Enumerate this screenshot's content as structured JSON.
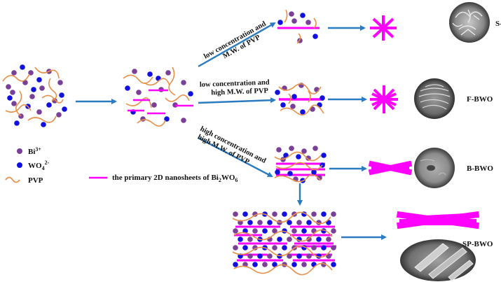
{
  "colors": {
    "bi": "#7a3f98",
    "wo": "#1010e0",
    "pvp": "#e8904a",
    "nanosheet": "#ff00ff",
    "arrow": "#2a7bbf",
    "sem_bg": "#5a5a5a"
  },
  "icons": {
    "bi_marker": "purple-circle",
    "wo_marker": "blue-circle",
    "pvp_marker": "orange-wave",
    "nanosheet_marker": "magenta-bar"
  },
  "paths": [
    {
      "id": "s",
      "label_line1": "low  concentration and",
      "label_line2": "M.W. of PVP"
    },
    {
      "id": "f",
      "label_line1": "low  concentration and",
      "label_line2": "high M.W. of PVP"
    },
    {
      "id": "b",
      "label_line1": "high  concentration and",
      "label_line2": "high M.W. of PVP"
    }
  ],
  "samples": [
    {
      "id": "s",
      "name": "S-BWO"
    },
    {
      "id": "f",
      "name": "F-BWO"
    },
    {
      "id": "b",
      "name": "B-BWO"
    },
    {
      "id": "sp",
      "name": "SP-BWO"
    }
  ],
  "legend": {
    "bi": {
      "base": "Bi",
      "sup": "3+"
    },
    "wo": {
      "base": "WO",
      "sub": "4",
      "sup": "2-"
    },
    "pvp": "PVP",
    "nanosheet": {
      "pre": "the primary 2D nanosheets of Bi",
      "sub1": "2",
      "mid": "WO",
      "sub2": "6"
    }
  }
}
